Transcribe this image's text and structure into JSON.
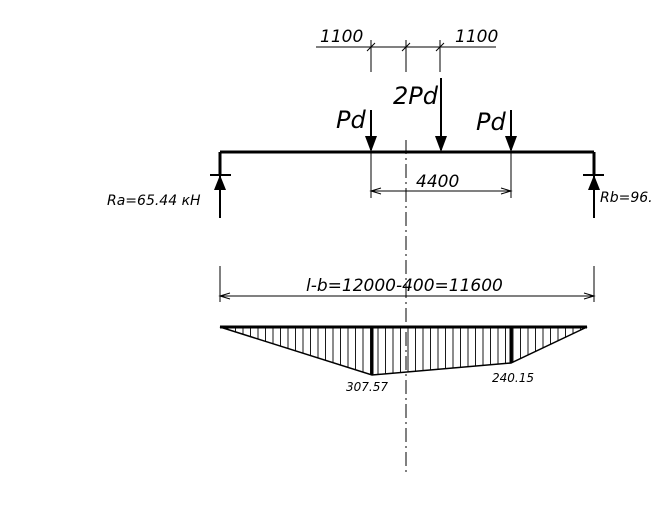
{
  "dimensions": {
    "left_offset": "1100",
    "right_offset": "1100",
    "load_spacing": "4400",
    "span": "l-b=12000-400=11600"
  },
  "loads": {
    "left": "Pd",
    "center": "2Pd",
    "right": "Pd"
  },
  "reactions": {
    "left": "Ra=65.44 кН",
    "right": "Rb=96."
  },
  "moment_values": {
    "left": "307.57",
    "right": "240.15"
  }
}
